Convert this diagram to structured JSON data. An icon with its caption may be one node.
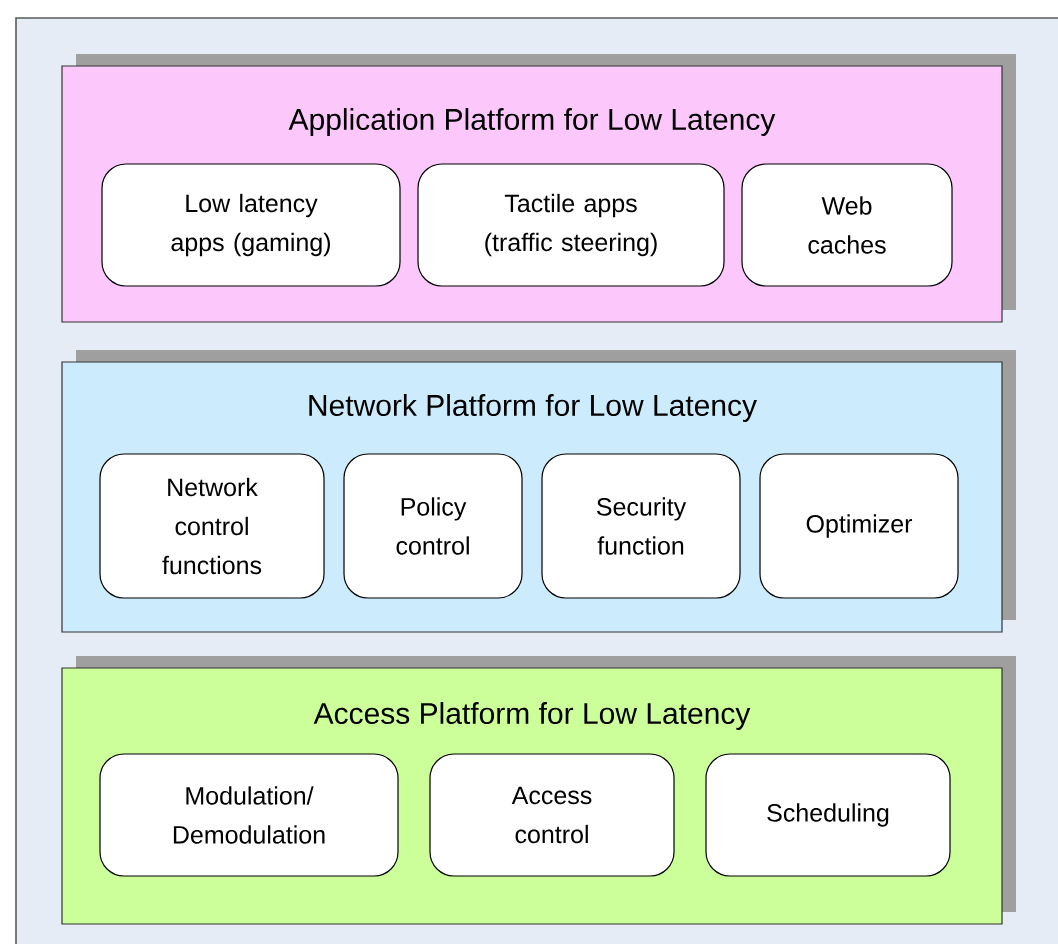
{
  "diagram": {
    "nodes": [
      {
        "text": [
          "Application Platform for Low Latency"
        ]
      },
      {
        "text": [
          "Low latency apps (gaming)"
        ],
        "in": 0
      },
      {
        "text": [
          "Tactile apps (traffic steering)"
        ],
        "in": 0
      },
      {
        "text": [
          "Web caches"
        ],
        "in": 0
      },
      {
        "text": [
          "Network Platform for Low Latency"
        ]
      },
      {
        "text": [
          "Network control functions"
        ],
        "in": 4
      },
      {
        "text": [
          "Policy control"
        ],
        "in": 4
      },
      {
        "text": [
          "Security function"
        ],
        "in": 4
      },
      {
        "text": [
          "Optimizer"
        ],
        "in": 4
      },
      {
        "text": [
          "Access Platform for Low Latency"
        ]
      },
      {
        "text": [
          "Modulation/ Demodulation"
        ],
        "in": 9
      },
      {
        "text": [
          "Access control"
        ],
        "in": 9
      },
      {
        "text": [
          "Scheduling"
        ],
        "in": 9
      }
    ]
  }
}
